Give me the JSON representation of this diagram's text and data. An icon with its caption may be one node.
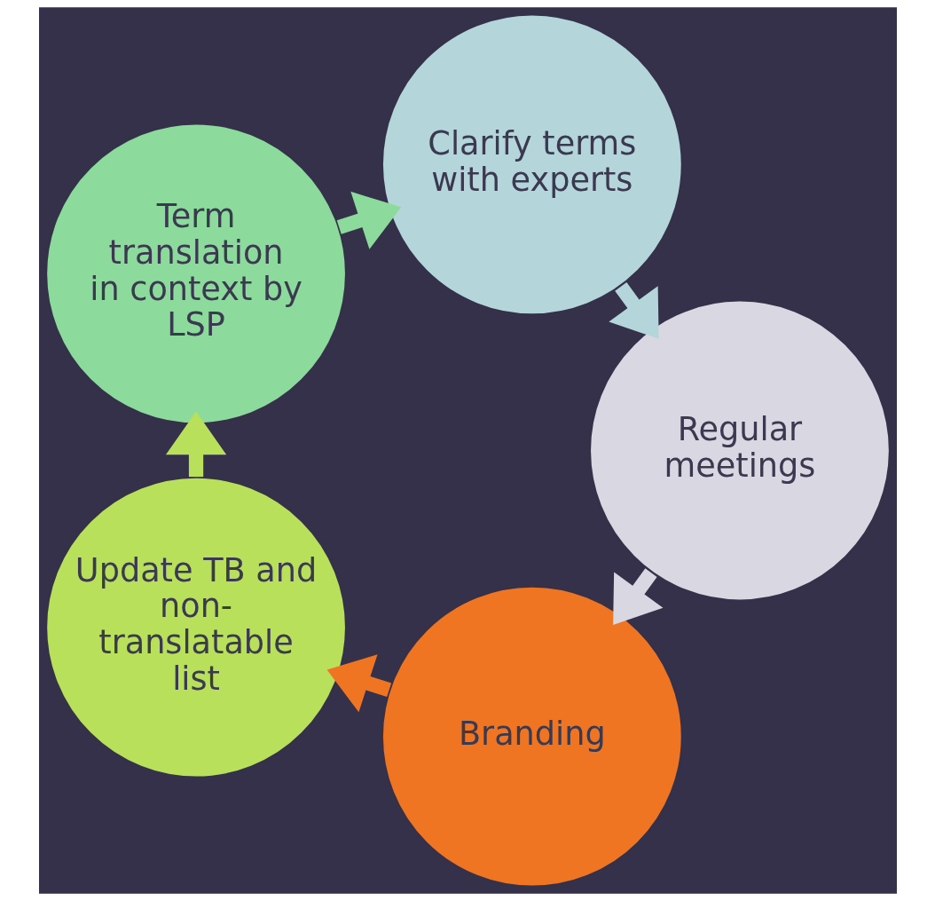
{
  "diagram": {
    "nodes": [
      {
        "text": [
          "Branding"
        ]
      },
      {
        "text": [
          "Update TB and non-translatable list"
        ]
      },
      {
        "text": [
          "Term translation in context by LSP"
        ]
      },
      {
        "text": [
          "Clarify terms with experts"
        ]
      },
      {
        "text": [
          "Regular meetings"
        ]
      }
    ],
    "edges": [
      {
        "from": 0,
        "to": 1,
        "arrow": "to",
        "color": "#f07522"
      },
      {
        "from": 1,
        "to": 2,
        "arrow": "to",
        "color": "#b8e05a"
      },
      {
        "from": 2,
        "to": 3,
        "arrow": "to",
        "color": "#8cdb9c"
      },
      {
        "from": 3,
        "to": 4,
        "arrow": "to",
        "color": "#b4d6da"
      },
      {
        "from": 4,
        "to": 0,
        "arrow": "to",
        "color": "#d9d8e2"
      }
    ]
  }
}
